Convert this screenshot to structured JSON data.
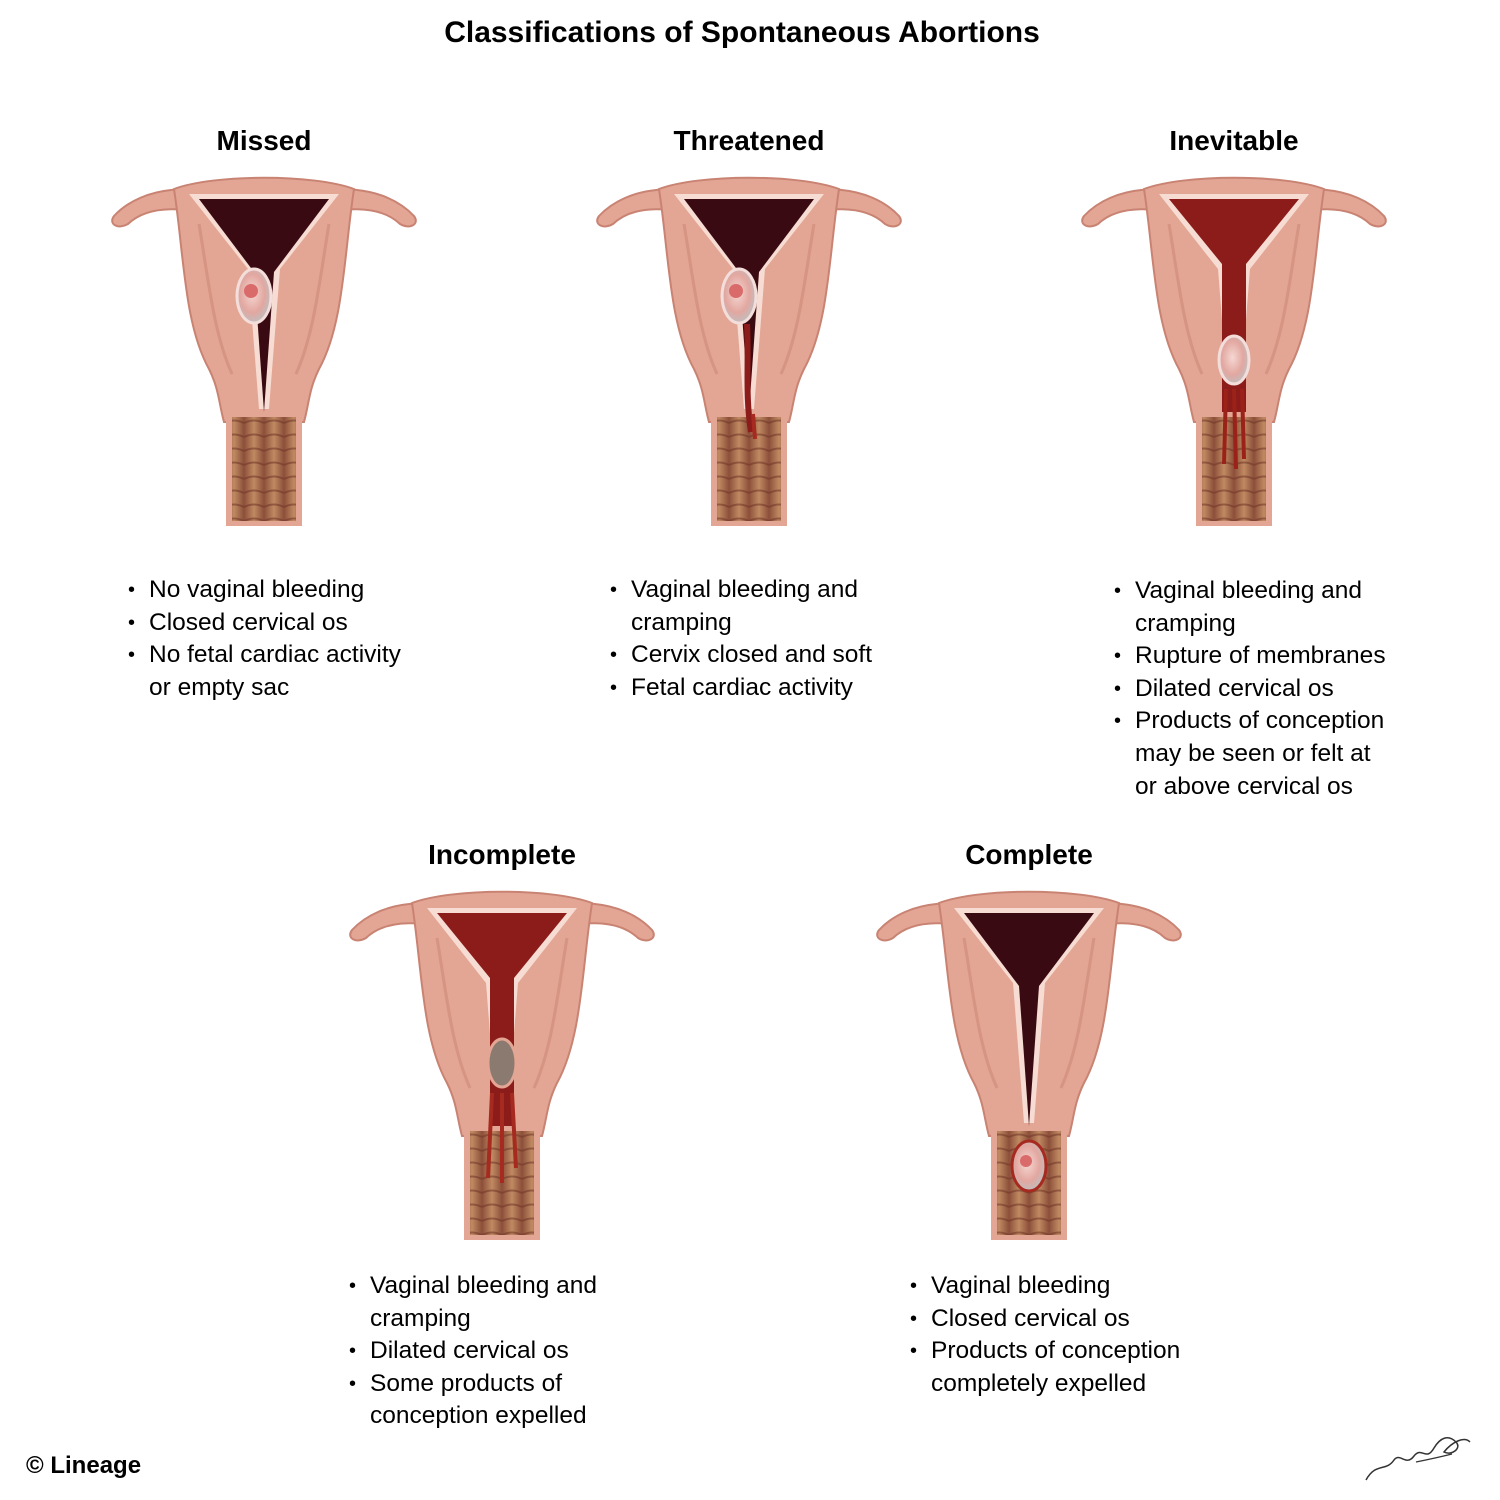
{
  "title": "Classifications of Spontaneous Abortions",
  "colors": {
    "uterus": "#e3a594",
    "uterus_shadow": "#c98373",
    "lining": "#f6dcd2",
    "cavity": "#3a0a12",
    "blood": "#8c1c1a",
    "vagina": "#a36a4e"
  },
  "panels": [
    {
      "key": "missed",
      "heading": "Missed",
      "bullets": [
        "No vaginal bleeding",
        "Closed cervical os",
        "No fetal cardiac activity",
        "or empty sac"
      ]
    },
    {
      "key": "threatened",
      "heading": "Threatened",
      "bullets": [
        "Vaginal bleeding and",
        "cramping",
        "Cervix closed and soft",
        "Fetal cardiac activity"
      ]
    },
    {
      "key": "inevitable",
      "heading": "Inevitable",
      "bullets": [
        "Vaginal bleeding and",
        "cramping",
        "Rupture of membranes",
        "Dilated cervical os",
        "Products of conception",
        "may be seen or felt at",
        "or above cervical os"
      ]
    },
    {
      "key": "incomplete",
      "heading": "Incomplete",
      "bullets": [
        "Vaginal bleeding and",
        "cramping",
        "Dilated cervical os",
        "Some products of",
        "conception expelled"
      ]
    },
    {
      "key": "complete",
      "heading": "Complete",
      "bullets": [
        "Vaginal bleeding",
        "Closed cervical os",
        "Products of conception",
        "completely expelled"
      ]
    }
  ],
  "footer": {
    "copyright": "© Lineage"
  }
}
